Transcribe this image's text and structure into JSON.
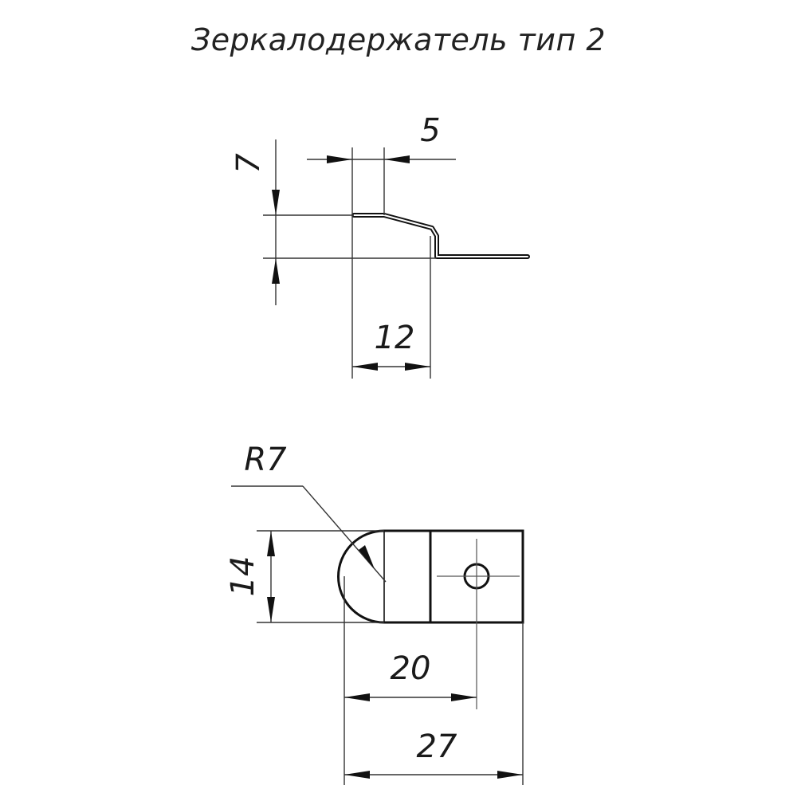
{
  "drawing": {
    "title": "Зеркалодержатель тип 2"
  },
  "side_view": {
    "dimensions": {
      "height": "7",
      "step": "5",
      "width": "12"
    }
  },
  "top_view": {
    "dimensions": {
      "radius": "R7",
      "height": "14",
      "hole_offset": "20",
      "length": "27"
    }
  }
}
